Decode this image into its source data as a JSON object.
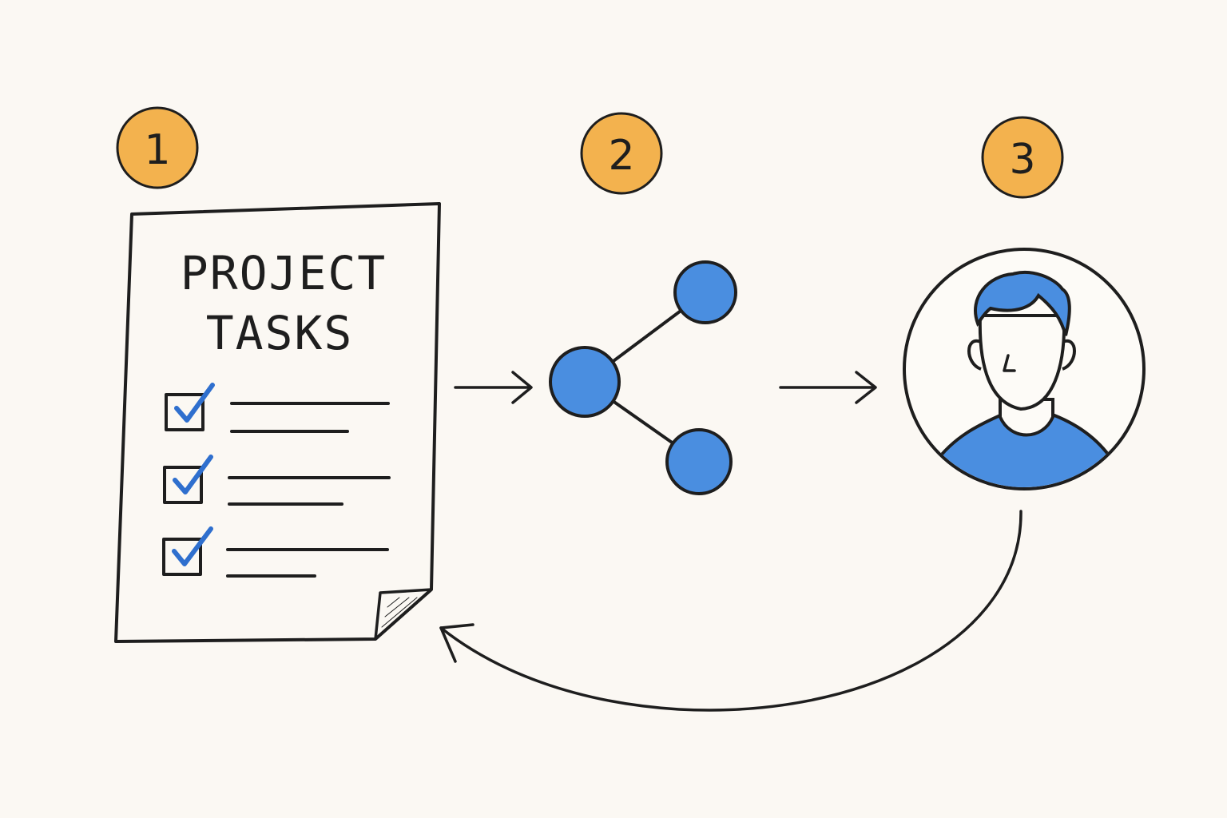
{
  "steps": [
    {
      "number": "1"
    },
    {
      "number": "2"
    },
    {
      "number": "3"
    }
  ],
  "document": {
    "title_line_1": "PROJECT",
    "title_line_2": "TASKS",
    "checklist_items": 3
  },
  "icons": {
    "step_1": "task-document-icon",
    "step_2": "share-network-icon",
    "step_3": "user-avatar-icon"
  },
  "colors": {
    "background": "#fbf8f3",
    "ink": "#1e1e1e",
    "accent_blue": "#4a8ee0",
    "badge_orange": "#f3b24e"
  }
}
